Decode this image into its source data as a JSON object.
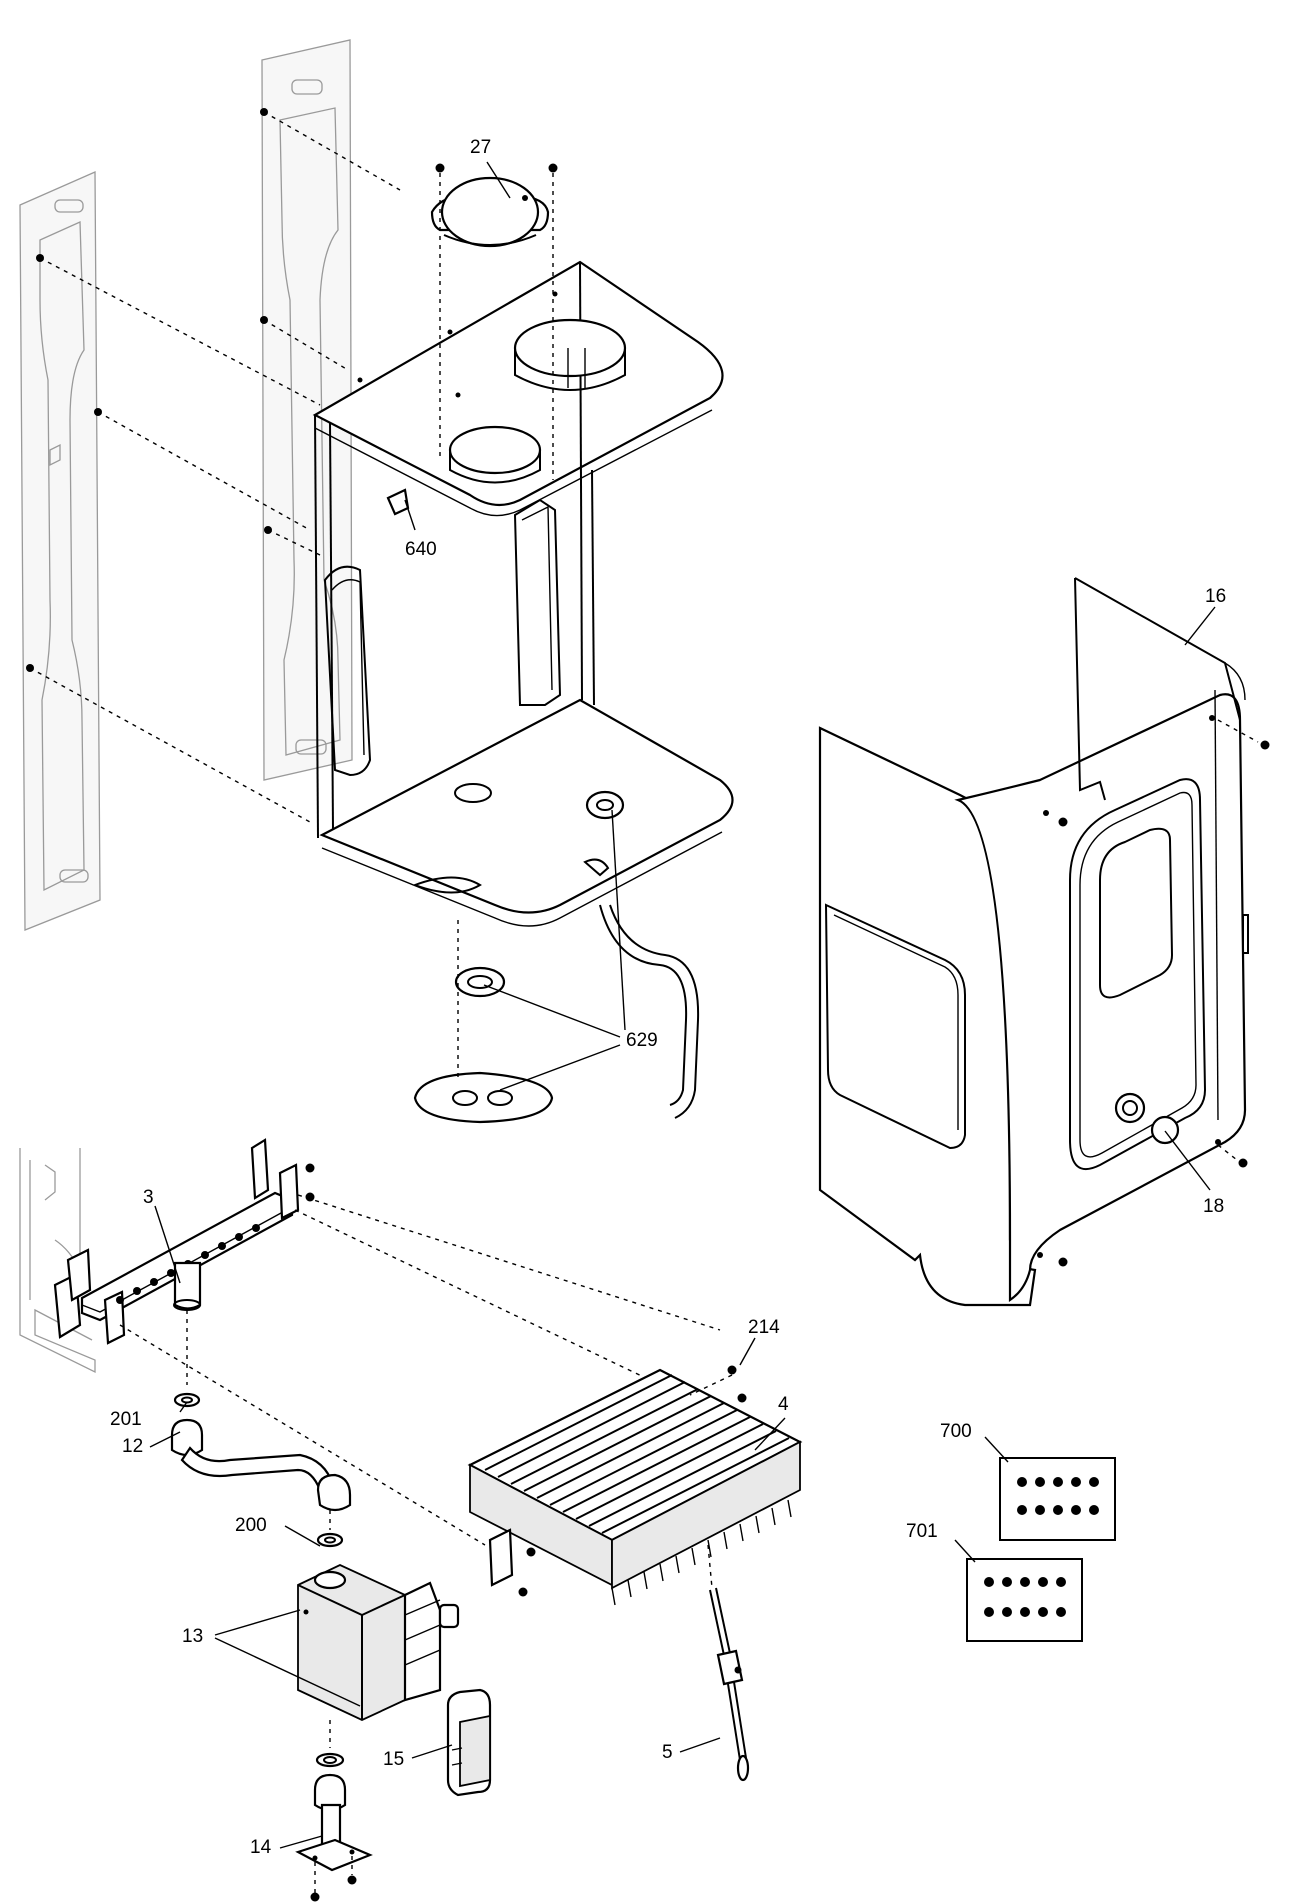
{
  "diagram": {
    "labels": [
      {
        "id": "part-27",
        "text": "27"
      },
      {
        "id": "part-640",
        "text": "640"
      },
      {
        "id": "part-16",
        "text": "16"
      },
      {
        "id": "part-629",
        "text": "629"
      },
      {
        "id": "part-18",
        "text": "18"
      },
      {
        "id": "part-3",
        "text": "3"
      },
      {
        "id": "part-214",
        "text": "214"
      },
      {
        "id": "part-4",
        "text": "4"
      },
      {
        "id": "part-201",
        "text": "201"
      },
      {
        "id": "part-12",
        "text": "12"
      },
      {
        "id": "part-700",
        "text": "700"
      },
      {
        "id": "part-200",
        "text": "200"
      },
      {
        "id": "part-701",
        "text": "701"
      },
      {
        "id": "part-13",
        "text": "13"
      },
      {
        "id": "part-15",
        "text": "15"
      },
      {
        "id": "part-5",
        "text": "5"
      },
      {
        "id": "part-14",
        "text": "14"
      }
    ]
  }
}
